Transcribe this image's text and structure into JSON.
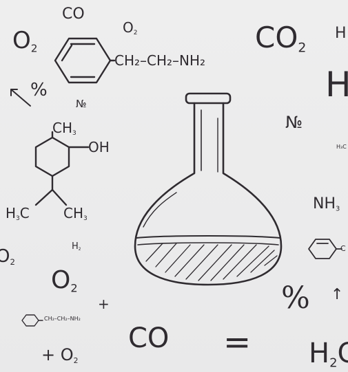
{
  "texts": {
    "co_top": "CO",
    "o2_left": "O",
    "o2_left_sub": "2",
    "o2_small_top": "O",
    "o2_small_top_sub": "2",
    "co2_right": "CO",
    "co2_right_sub": "2",
    "h_edge": "H",
    "h_big": "H",
    "percent_left": "%",
    "no_left": "№",
    "no_right": "№",
    "ch3_top": "CH",
    "ch3_top_sub": "3",
    "oh": "OH",
    "h3c_left_pre": "H",
    "h3c_left_sub": "3",
    "h3c_left_post": "C",
    "ch3_bottom": "CH",
    "ch3_bottom_sub": "3",
    "chain": "CH₂–CH₂–NH₂",
    "chain_small": "CH₂–CH₂–NH₂",
    "h3c_tiny": "H₃C",
    "nh3": "NH",
    "nh3_sub": "3",
    "o2_edge": "O",
    "o2_edge_sub": "2",
    "h2_small": "H",
    "h2_small_sub": "2",
    "o2_mid": "O",
    "o2_mid_sub": "2",
    "plus_mid": "+",
    "percent_right": "%",
    "arrow_up": "↑",
    "plus_o2": "+ O",
    "plus_o2_sub": "2",
    "co_bottom": "CO",
    "equals": "=",
    "h2o_pre": "H",
    "h2o_sub": "2",
    "h2o_post": "C",
    "edge_c": "C"
  },
  "colors": {
    "background": "#ececec",
    "ink": "#2f2b30"
  }
}
